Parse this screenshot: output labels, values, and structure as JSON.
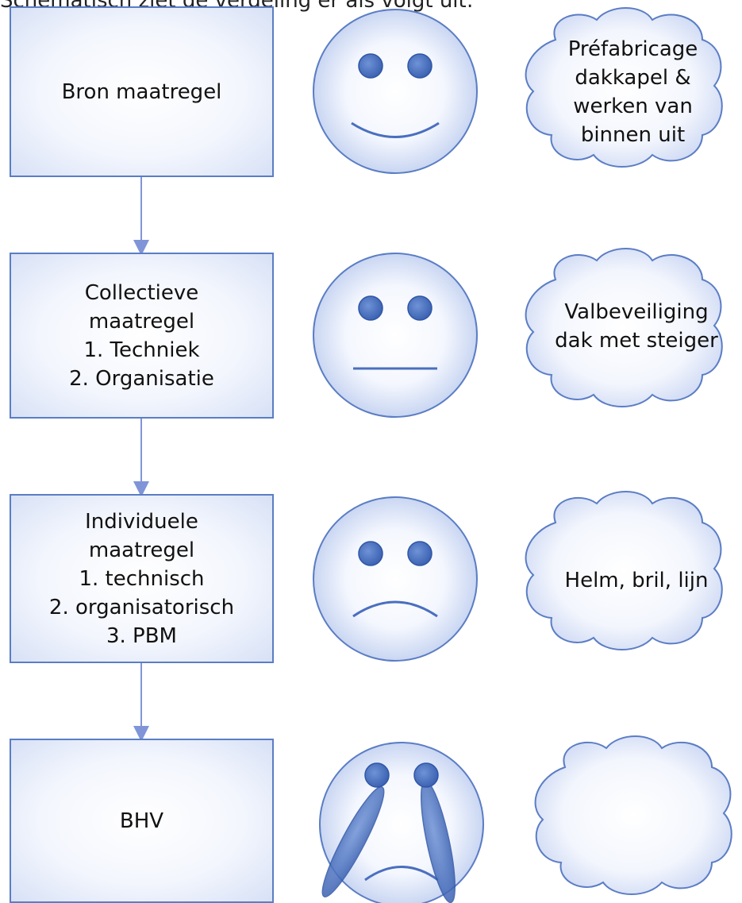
{
  "intro_text": "Schematisch ziet de verdeling er als volgt uit:",
  "levels": [
    {
      "label_lines": [
        "Bron maatregel"
      ],
      "face": "happy",
      "cloud_lines": [
        "Préfabricage",
        "dakkapel &",
        "werken van",
        "binnen uit"
      ]
    },
    {
      "label_lines": [
        "Collectieve",
        "maatregel",
        "1. Techniek",
        "2. Organisatie"
      ],
      "face": "neutral",
      "cloud_lines": [
        "Valbeveiliging",
        "dak met steiger"
      ]
    },
    {
      "label_lines": [
        "Individuele",
        "maatregel",
        "1. technisch",
        "2. organisatorisch",
        "3. PBM"
      ],
      "face": "sad",
      "cloud_lines": [
        "Helm, bril, lijn"
      ]
    },
    {
      "label_lines": [
        "BHV"
      ],
      "face": "crying",
      "cloud_lines": []
    }
  ],
  "colors": {
    "border": "#5b7dc4",
    "arrow": "#7f95d8",
    "eye": "#4a73c4",
    "fill_edge": "#d7e1f6"
  }
}
